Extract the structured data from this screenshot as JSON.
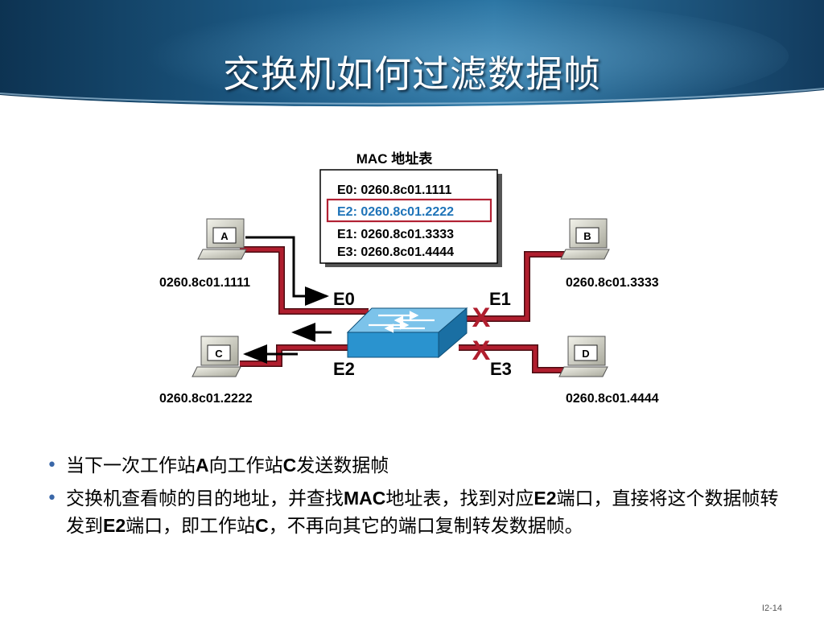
{
  "slide": {
    "title": "交换机如何过滤数据帧",
    "page_number": "I2-14"
  },
  "mac_table": {
    "title": "MAC 地址表",
    "entries": [
      {
        "text": "E0:  0260.8c01.1111",
        "highlighted": false
      },
      {
        "text": "E2:  0260.8c01.2222",
        "highlighted": true
      },
      {
        "text": "E1:  0260.8c01.3333",
        "highlighted": false
      },
      {
        "text": "E3:  0260.8c01.4444",
        "highlighted": false
      }
    ],
    "highlight_color": "#b22234",
    "highlight_text_color": "#1e73b8"
  },
  "stations": [
    {
      "label": "A",
      "mac": "0260.8c01.1111"
    },
    {
      "label": "B",
      "mac": "0260.8c01.3333"
    },
    {
      "label": "C",
      "mac": "0260.8c01.2222"
    },
    {
      "label": "D",
      "mac": "0260.8c01.4444"
    }
  ],
  "ports": [
    "E0",
    "E1",
    "E2",
    "E3"
  ],
  "blocked_marker": "X",
  "colors": {
    "link": "#b01e2e",
    "switch": "#2a93cf",
    "blocked": "#b01e2e"
  },
  "bullets": [
    [
      {
        "t": "当下一次工作站"
      },
      {
        "t": "A",
        "b": true
      },
      {
        "t": "向工作站"
      },
      {
        "t": "C",
        "b": true
      },
      {
        "t": "发送数据帧"
      }
    ],
    [
      {
        "t": "交换机查看帧的目的地址，并查找"
      },
      {
        "t": "MAC",
        "b": true
      },
      {
        "t": "地址表，找到对应"
      },
      {
        "t": "E2",
        "b": true
      },
      {
        "t": "端口，直接将这个数据帧转发到"
      },
      {
        "t": "E2",
        "b": true
      },
      {
        "t": "端口，即工作站"
      },
      {
        "t": "C",
        "b": true
      },
      {
        "t": "，不再向其它的端口复制转发数据帧。"
      }
    ]
  ]
}
